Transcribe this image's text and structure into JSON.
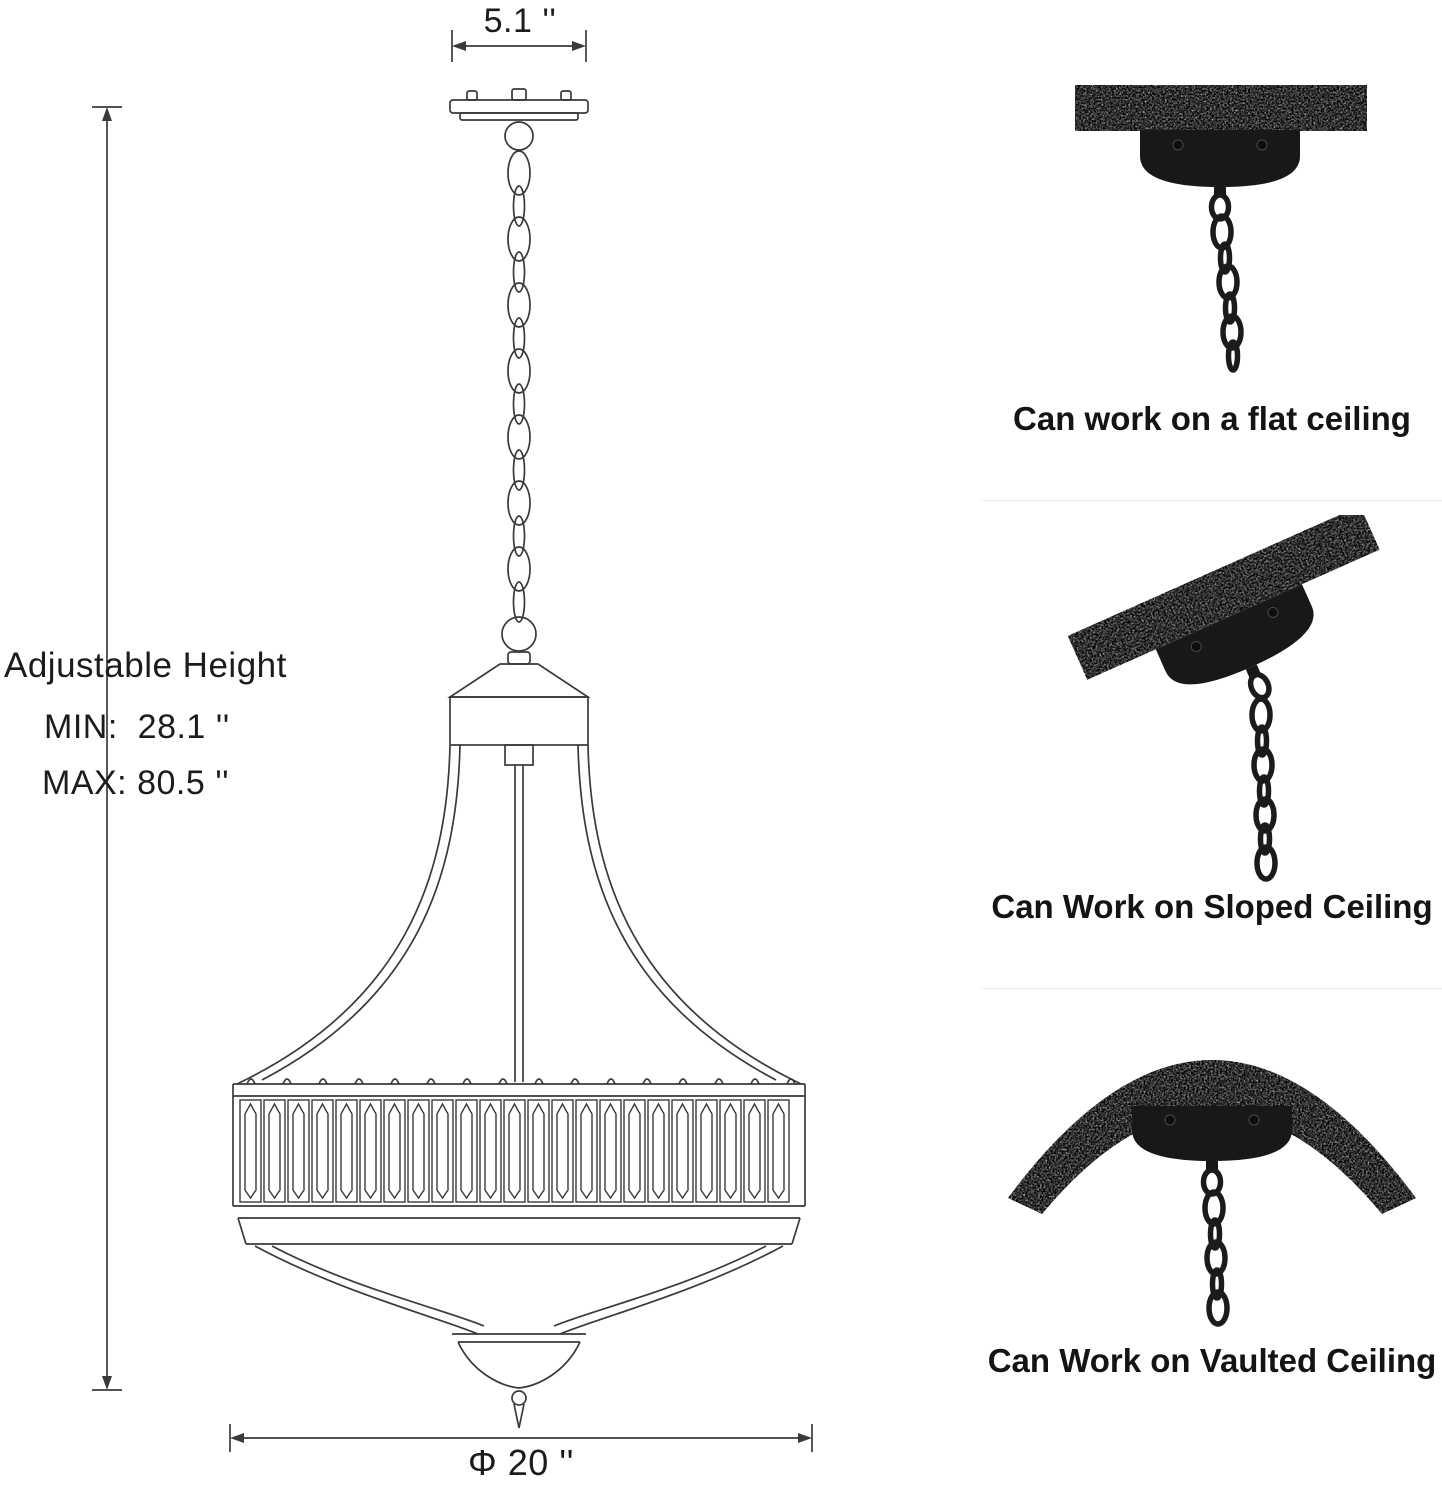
{
  "diagram": {
    "top_width_label": "5.1 ''",
    "adjustable_height_title": "Adjustable Height",
    "min_label": "MIN:  28.1 ''",
    "max_label": "MAX: 80.5 ''",
    "bottom_diameter_label": "Φ 20 ''"
  },
  "mounting_options": [
    {
      "caption": "Can work on a flat ceiling"
    },
    {
      "caption": "Can Work on Sloped Ceiling"
    },
    {
      "caption": "Can Work on Vaulted Ceiling"
    }
  ],
  "colors": {
    "line": "#3a3a3a",
    "text": "#1c1c1c",
    "ceiling_gray": "#c2c2c2",
    "fixture_black": "#181818",
    "background": "#ffffff"
  }
}
